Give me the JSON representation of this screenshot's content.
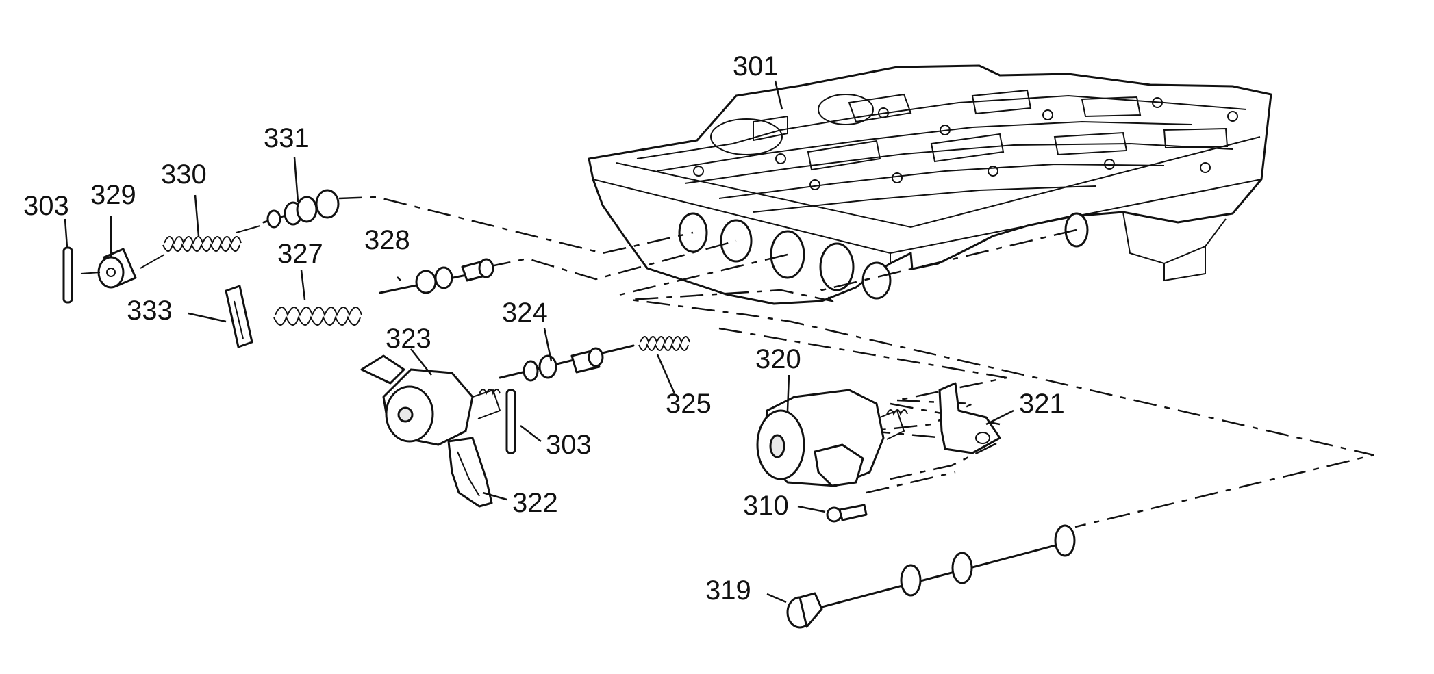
{
  "labels": {
    "l301": "301",
    "l331": "331",
    "l330": "330",
    "l329": "329",
    "l303a": "303",
    "l328": "328",
    "l327": "327",
    "l333": "333",
    "l324": "324",
    "l323": "323",
    "l325": "325",
    "l303b": "303",
    "l320": "320",
    "l321": "321",
    "l322": "322",
    "l310": "310",
    "l319": "319"
  }
}
